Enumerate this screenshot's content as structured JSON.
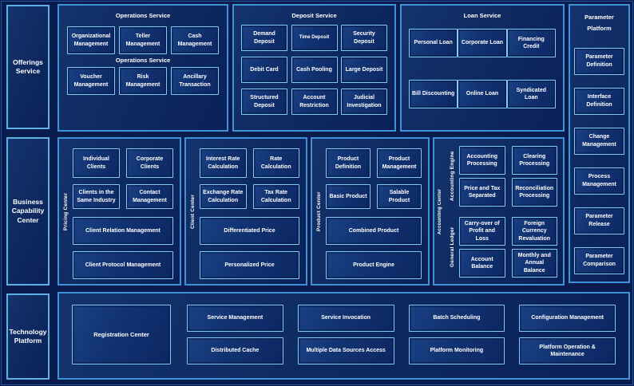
{
  "palette": {
    "page_bg": "#0a1c4e",
    "panel_border": "#3e93d8",
    "sidebar_border": "#5fb0e6",
    "box_border": "#82ccf4",
    "box_fill": "#113270",
    "text": "#ffffff"
  },
  "sections": {
    "offerings_label": "Offerings Service",
    "business_label": "Business Capability Center",
    "technology_label": "Technology Platform"
  },
  "operations": {
    "title": "Operations Service",
    "mid_title": "Operations Service",
    "row1": [
      "Organizational Management",
      "Teller Management",
      "Cash Management"
    ],
    "row2": [
      "Voucher Management",
      "Risk Management",
      "Ancillary Transaction"
    ]
  },
  "deposit": {
    "title": "Deposit Service",
    "row1": [
      "Demand Deposit",
      "Time Deposit",
      "Security Deposit"
    ],
    "row2": [
      "Debit Card",
      "Cash Pooling",
      "Large Deposit"
    ],
    "row3": [
      "Structured Deposit",
      "Account Restriction",
      "Judicial Investigation"
    ]
  },
  "loan": {
    "title": "Loan Service",
    "row1": [
      "Personal Loan",
      "Corporate Loan",
      "Financing Credit"
    ],
    "row2": [
      "Bill Discounting",
      "Online Loan",
      "Syndicated Loan"
    ]
  },
  "parameter_platform": {
    "title_line1": "Parameter",
    "title_line2": "Platform",
    "items": [
      "Parameter Definition",
      "Interface Definition",
      "Change Management",
      "Process Management",
      "Parameter Release",
      "Parameter Comparison"
    ]
  },
  "pricing_center": {
    "vlabel": "Pricing Center",
    "row1": [
      "Individual Clients",
      "Corporate Clients"
    ],
    "row2": [
      "Clients in the Same Industry",
      "Contact Management"
    ],
    "wide1": "Client Relation Management",
    "wide2": "Client Protocol Management"
  },
  "client_center": {
    "vlabel": "Client Center",
    "row1": [
      "Interest Rate Calculation",
      "Rate Calculation"
    ],
    "row2": [
      "Exchange Rate Calculation",
      "Tax Rate Calculation"
    ],
    "wide1": "Differentiated Price",
    "wide2": "Personalized Price"
  },
  "product_center": {
    "vlabel": "Product Center",
    "row1": [
      "Product Definition",
      "Product Management"
    ],
    "row2": [
      "Basic Product",
      "Salable Product"
    ],
    "wide1": "Combined Product",
    "wide2": "Product Engine"
  },
  "accounting_center": {
    "vlabel": "Accounting Center",
    "engine": {
      "vlabel": "Accounting Engine",
      "boxes": [
        "Accounting Processing",
        "Clearing Processing",
        "Price and Tax Separated",
        "Reconciliation Processing"
      ]
    },
    "ledger": {
      "vlabel": "General Ledger",
      "boxes": [
        "Carry-over of Profit and Loss",
        "Foreign Currency Revaluation",
        "Account Balance",
        "Monthly and Annual Balance"
      ]
    }
  },
  "technology": {
    "registration": "Registration Center",
    "row1": [
      "Service Management",
      "Service Invocation",
      "Batch Scheduling",
      "Configuration Management"
    ],
    "row2": [
      "Distributed Cache",
      "Multiple Data Sources Access",
      "Platform Monitoring",
      "Platform Operation & Maintenance"
    ]
  }
}
